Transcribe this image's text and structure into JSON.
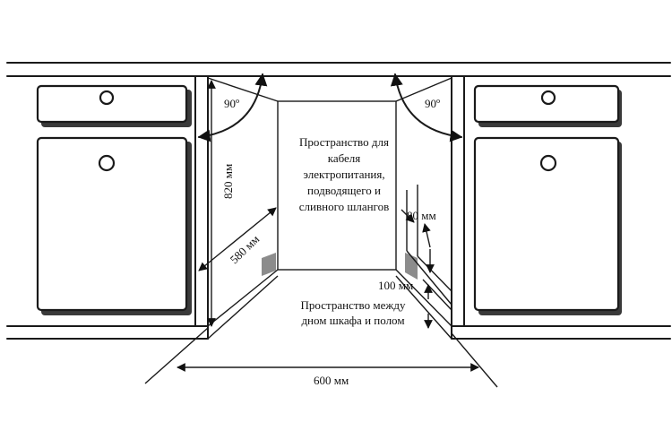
{
  "labels": {
    "angle_left": "90º",
    "angle_right": "90º",
    "height": "820 мм",
    "depth": "580 мм",
    "width": "600 мм",
    "hose_height": "80 мм",
    "floor_gap": "100 мм",
    "cable_space": [
      "Пространство для",
      "кабеля",
      "электропитания,",
      "подводящего и",
      "сливного шлангов"
    ],
    "floor_space": [
      "Пространство между",
      "дном шкафа и полом"
    ]
  }
}
